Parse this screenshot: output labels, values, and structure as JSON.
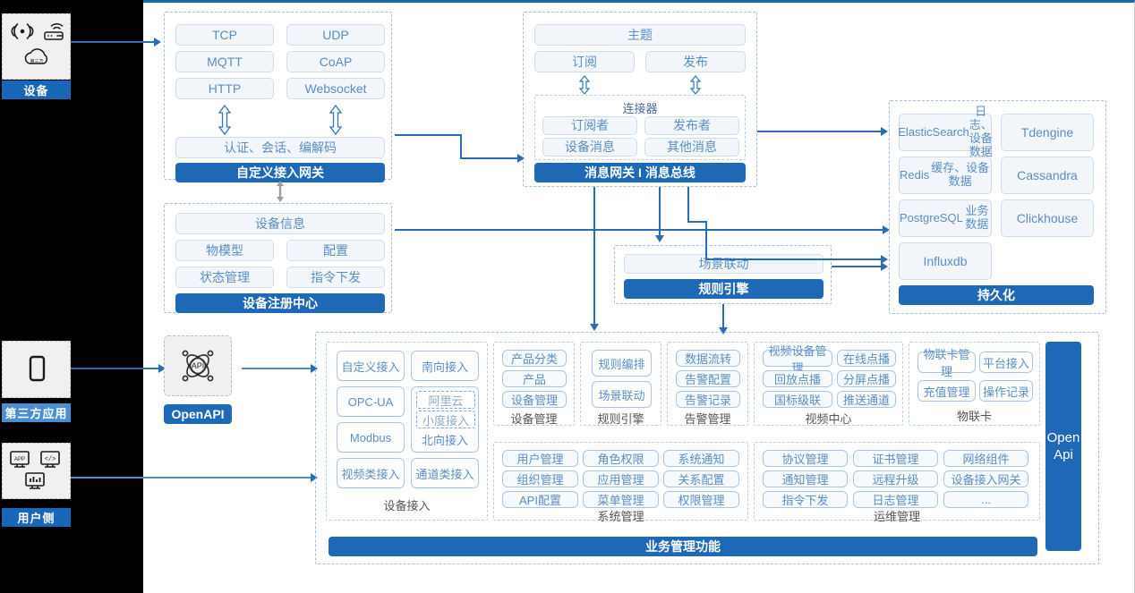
{
  "left_rail": {
    "groups": [
      {
        "id": "device",
        "label": "设备",
        "icons": [
          "wifi-signal-icon",
          "router-icon",
          "cloud-icon"
        ]
      },
      {
        "id": "third-party",
        "label": "第三方应用",
        "icons": [
          "mobile-phone-icon"
        ]
      },
      {
        "id": "user-side",
        "label": "用户侧",
        "icons": [
          "app-window-icon",
          "code-window-icon",
          "chart-window-icon"
        ]
      }
    ]
  },
  "gateway": {
    "protocols": [
      "TCP",
      "UDP",
      "MQTT",
      "CoAP",
      "HTTP",
      "Websocket"
    ],
    "middle": "认证、会话、编解码",
    "bar": "自定义接入网关"
  },
  "message": {
    "topic": "主题",
    "subscribe": "订阅",
    "publish": "发布",
    "connector_title": "连接器",
    "connector_items": [
      "订阅者",
      "发布者",
      "设备消息",
      "其他消息"
    ],
    "bar": "消息网关 I 消息总线"
  },
  "registry": {
    "info": "设备信息",
    "items": [
      "物模型",
      "配置",
      "状态管理",
      "指令下发"
    ],
    "bar": "设备注册中心"
  },
  "rule": {
    "scene": "场景联动",
    "bar": "规则引擎"
  },
  "persistence": {
    "stores": [
      {
        "name": "ElasticSearch",
        "sub": "日志、设备数据"
      },
      {
        "name": "Tdengine",
        "sub": ""
      },
      {
        "name": "Redis",
        "sub": "缓存、设备数据"
      },
      {
        "name": "Cassandra",
        "sub": ""
      },
      {
        "name": "PostgreSQL",
        "sub": "业务数据"
      },
      {
        "name": "Clickhouse",
        "sub": ""
      },
      {
        "name": "Influxdb",
        "sub": ""
      }
    ],
    "bar": "持久化"
  },
  "openapi": {
    "icon": "api-network-icon",
    "label": "OpenAPI"
  },
  "business": {
    "open_api_bar": "Open\nApi",
    "bottom_bar": "业务管理功能",
    "device_access": {
      "caption": "设备接入",
      "items": [
        "自定义接入",
        "南向接入",
        "OPC-UA",
        "Modbus",
        "视频类接入",
        "通道类接入"
      ],
      "northbound": {
        "label": "北向接入",
        "nested": [
          "阿里云",
          "小度接入"
        ]
      }
    },
    "columns": [
      {
        "caption": "设备管理",
        "items": [
          "产品分类",
          "产品",
          "设备管理"
        ]
      },
      {
        "caption": "规则引擎",
        "items": [
          "规则编排",
          "场景联动"
        ]
      },
      {
        "caption": "告警管理",
        "items": [
          "数据流转",
          "告警配置",
          "告警记录"
        ]
      },
      {
        "caption": "视频中心",
        "items": [
          "视频设备管理",
          "在线点播",
          "回放点播",
          "分屏点播",
          "国标级联",
          "推送通道"
        ]
      },
      {
        "caption": "物联卡",
        "items": [
          "物联卡管理",
          "平台接入",
          "充值管理",
          "操作记录"
        ]
      },
      {
        "caption": "系统管理",
        "items": [
          "用户管理",
          "角色权限",
          "系统通知",
          "组织管理",
          "应用管理",
          "关系配置",
          "API配置",
          "菜单管理",
          "权限管理"
        ]
      },
      {
        "caption": "运维管理",
        "items": [
          "协议管理",
          "证书管理",
          "网络组件",
          "通知管理",
          "远程升级",
          "设备接入网关",
          "指令下发",
          "日志管理",
          "..."
        ]
      }
    ]
  },
  "colors": {
    "brand_blue": "#1f68b5",
    "line_blue": "#2a6cb5",
    "chip_text": "#5b8ec4",
    "panel_dash": "#9fbfe3",
    "rail_bg": "#000000",
    "card_bg": "#f0f0f0"
  }
}
